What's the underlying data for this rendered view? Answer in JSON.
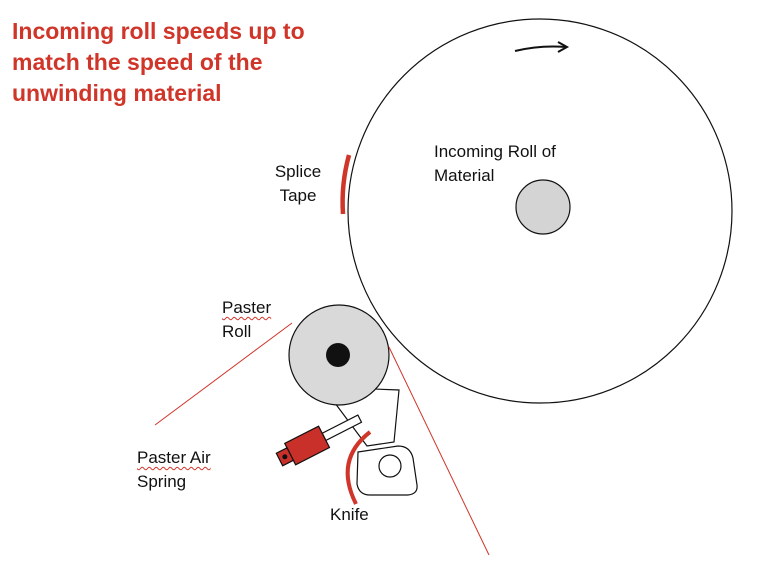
{
  "headline": {
    "lines": [
      "Incoming roll speeds up to",
      "match the speed of the",
      "unwinding material"
    ],
    "color": "#d0352a"
  },
  "labels": {
    "incoming_roll": [
      "Incoming Roll of",
      "Material"
    ],
    "splice_tape": [
      "Splice",
      "Tape"
    ],
    "paster_roll": [
      "Paster",
      "Roll"
    ],
    "paster_air_spring": [
      "Paster Air",
      "Spring"
    ],
    "knife": "Knife"
  },
  "colors": {
    "accent_red": "#d0352a",
    "spring_red": "#c9302a",
    "hub_gray": "#d4d4d4",
    "roll_gray": "#d9d9d9",
    "outline": "#111111"
  },
  "icons": {
    "rotation_direction": "clockwise-arrow-icon"
  }
}
